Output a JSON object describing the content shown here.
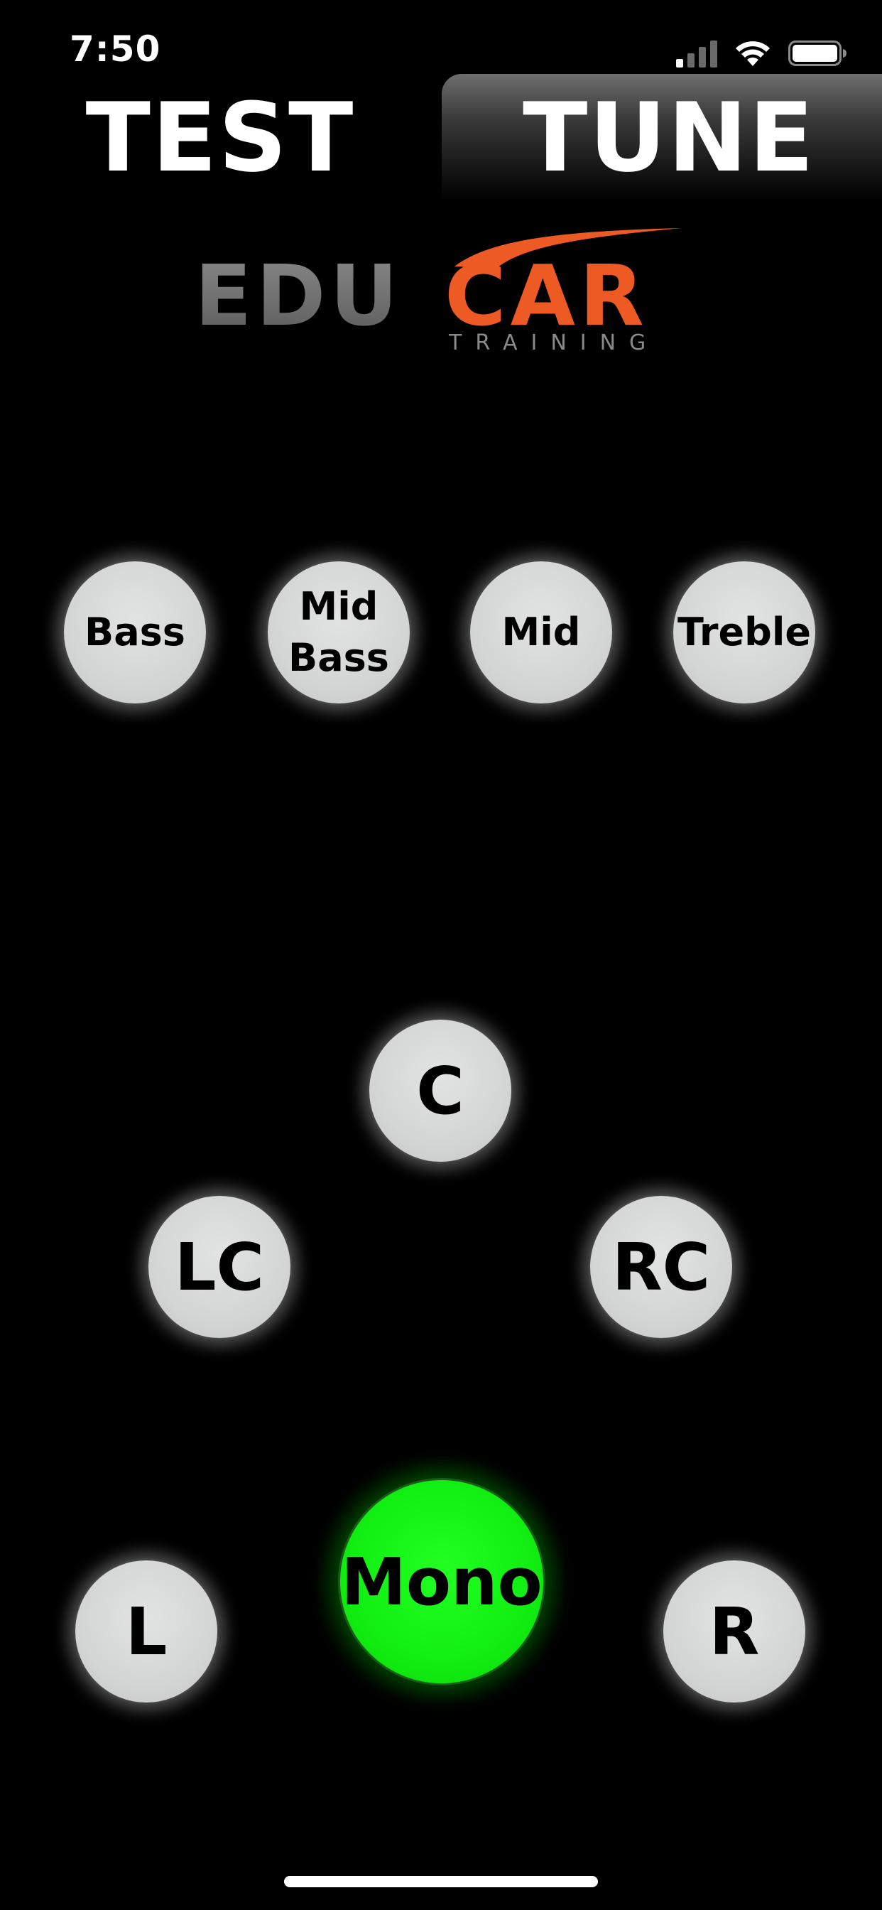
{
  "status_bar": {
    "time": "7:50",
    "icons": [
      "signal-icon",
      "wifi-icon",
      "battery-icon"
    ]
  },
  "tabs": [
    {
      "label": "TEST",
      "selected": true
    },
    {
      "label": "TUNE",
      "selected": false
    }
  ],
  "logo": {
    "word_left": "EDU",
    "word_right": "CAR",
    "tagline": "TRAINING",
    "colors": {
      "grey": "#6f6f6f",
      "orange": "#ee5a24"
    }
  },
  "frequency_buttons": [
    {
      "label_line1": "Bass",
      "label_line2": ""
    },
    {
      "label_line1": "Mid",
      "label_line2": "Bass"
    },
    {
      "label_line1": "Mid",
      "label_line2": ""
    },
    {
      "label_line1": "Treble",
      "label_line2": ""
    }
  ],
  "channel_buttons": {
    "c": "C",
    "lc": "LC",
    "rc": "RC",
    "l": "L",
    "r": "R",
    "mono": "Mono"
  },
  "colors": {
    "background": "#000000",
    "button_face": "#d4d5d5",
    "mono_active": "#11ee11"
  }
}
